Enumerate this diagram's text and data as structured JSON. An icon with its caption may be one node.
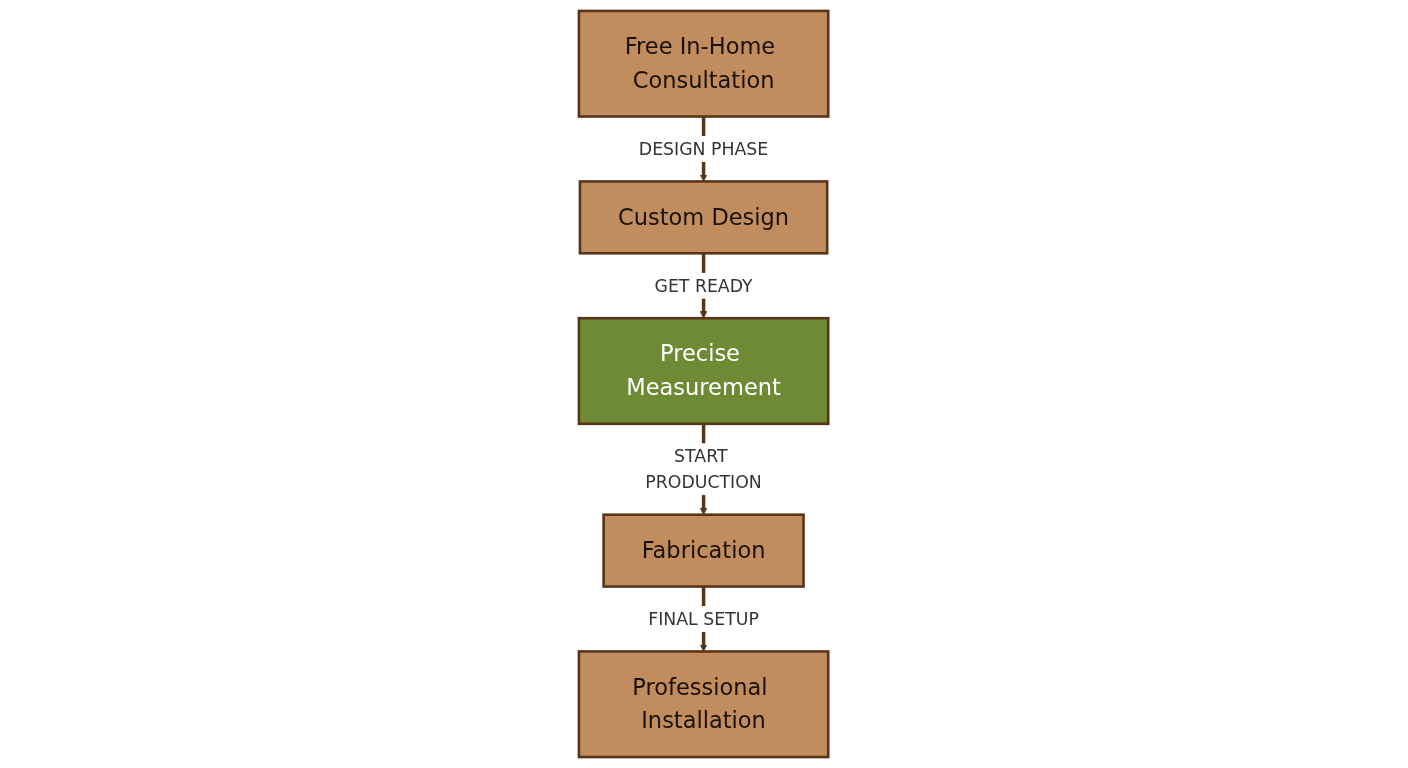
{
  "diagram": {
    "nodes": [
      {
        "text": [
          "Free In-Home Consultation"
        ]
      },
      {
        "text": [
          "Custom Design"
        ]
      },
      {
        "text": [
          "Precise Measurement"
        ]
      },
      {
        "text": [
          "Fabrication"
        ]
      },
      {
        "text": [
          "Professional Installation"
        ]
      }
    ],
    "edges": [
      {
        "from": 0,
        "to": 1,
        "arrow": "to",
        "label": "DESIGN PHASE"
      },
      {
        "from": 1,
        "to": 2,
        "arrow": "to",
        "label": "GET READY"
      },
      {
        "from": 2,
        "to": 3,
        "arrow": "to",
        "label": "START PRODUCTION"
      },
      {
        "from": 3,
        "to": 4,
        "arrow": "to",
        "label": "FINAL SETUP"
      }
    ]
  }
}
